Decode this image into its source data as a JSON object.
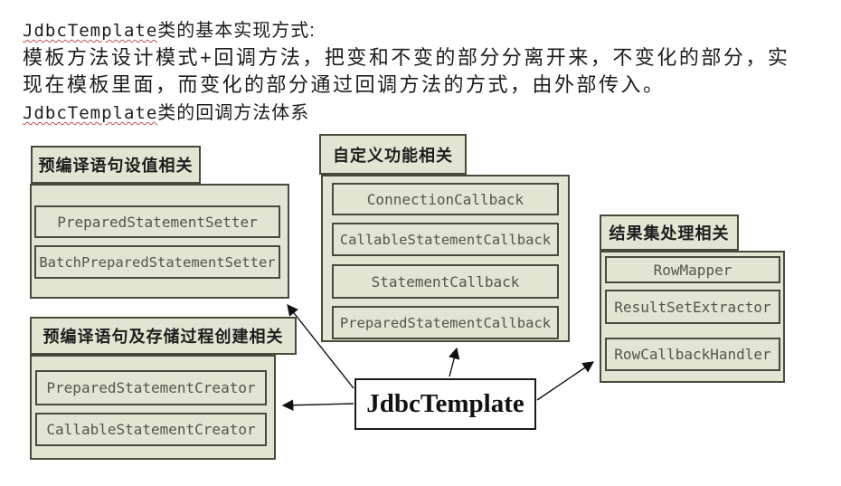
{
  "intro": {
    "line1": {
      "highlight": "JdbcTemplate",
      "rest": "类的基本实现方式:"
    },
    "line2": "模板方法设计模式+回调方法，把变和不变的部分分离开来，不变化的部分，实",
    "line3": "现在模板里面，而变化的部分通过回调方法的方式，由外部传入。",
    "line4": {
      "highlight": "JdbcTemplate",
      "rest": "类的回调方法体系"
    }
  },
  "diagram": {
    "center_label": "JdbcTemplate",
    "groups": [
      {
        "title": "预编译语句设值相关",
        "items": [
          "PreparedStatementSetter",
          "BatchPreparedStatementSetter"
        ]
      },
      {
        "title": "自定义功能相关",
        "items": [
          "ConnectionCallback",
          "CallableStatementCallback",
          "StatementCallback",
          "PreparedStatementCallback"
        ]
      },
      {
        "title": "结果集处理相关",
        "items": [
          "RowMapper",
          "ResultSetExtractor",
          "RowCallbackHandler"
        ]
      },
      {
        "title": "预编译语句及存储过程创建相关",
        "items": [
          "PreparedStatementCreator",
          "CallableStatementCreator"
        ]
      }
    ],
    "colors": {
      "box_fill": "#e1e5d1",
      "box_border": "#4a4a3c",
      "code_text": "#55554a",
      "arrow": "#111111",
      "spellcheck_underline": "#c05050",
      "center_fill": "#ffffff"
    }
  }
}
